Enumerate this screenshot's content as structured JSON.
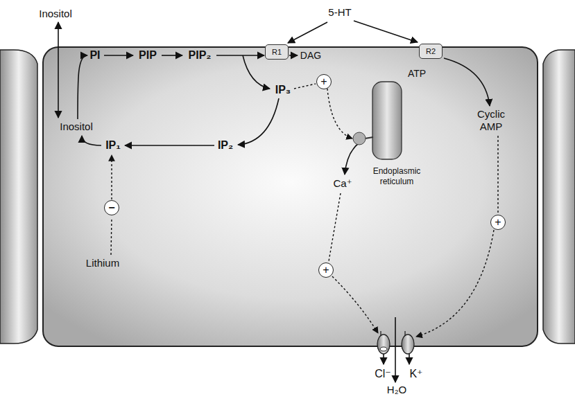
{
  "diagram": {
    "nodes": [
      {
        "text": [
          "R1"
        ]
      },
      {
        "text": [
          "R2"
        ]
      },
      {
        "text": [
          "+"
        ]
      },
      {
        "text": [
          "Endoplasmic reticulum"
        ]
      },
      {
        "text": [
          "−"
        ]
      },
      {
        "text": [
          "+"
        ]
      },
      {
        "text": [
          "+"
        ]
      }
    ],
    "edges": [
      {
        "from": 2,
        "to": 3,
        "arrow": "to"
      }
    ],
    "labels": [
      "Inositol",
      "5-HT",
      "PI",
      "PIP",
      "PIP₂",
      "DAG",
      "ATP",
      "Inositol",
      "IP₃",
      "Cyclic AMP",
      "IP₁",
      "IP₂",
      "Ca⁺",
      "Lithium",
      "Cl⁻",
      "K⁺",
      "H₂O"
    ]
  }
}
